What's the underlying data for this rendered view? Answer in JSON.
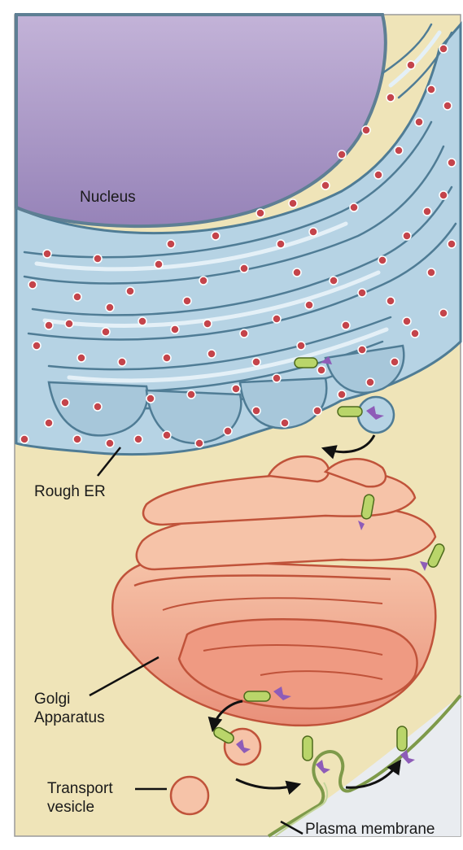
{
  "labels": {
    "nucleus": "Nucleus",
    "rough_er": "Rough ER",
    "golgi_line1": "Golgi",
    "golgi_line2": "Apparatus",
    "transport_line1": "Transport",
    "transport_line2": "vesicle",
    "plasma_membrane": "Plasma membrane"
  },
  "colors": {
    "cytoplasm": "#efe4b8",
    "nucleus": "#a893c2",
    "er_fill": "#b6d3e4",
    "er_outline": "#4f7c95",
    "ribosome": "#c4444b",
    "golgi_fill": "#f1a98d",
    "golgi_outline": "#c0533a",
    "protein": "#b9d56a",
    "sugar": "#8e5cb8",
    "exterior": "#e8ebef"
  }
}
